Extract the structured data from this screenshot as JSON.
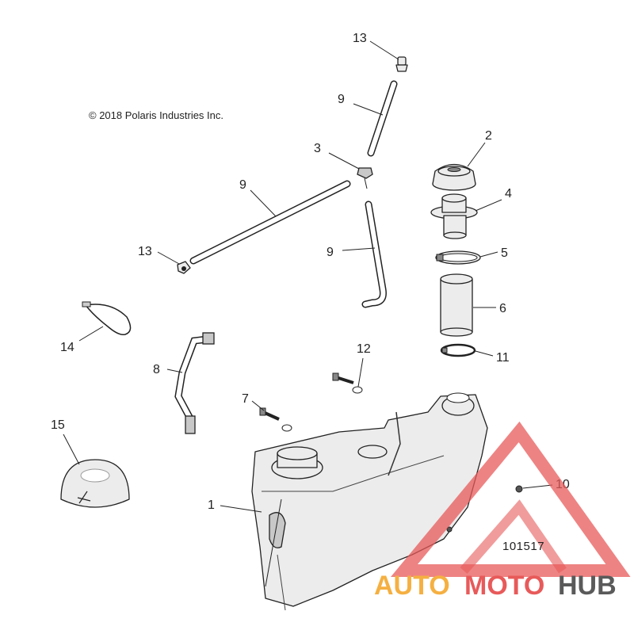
{
  "copyright": "© 2018 Polaris Industries Inc.",
  "diagram_id": "101517",
  "watermark": {
    "auto": "AUTO",
    "moto": "MOTO",
    "hub": "HUB",
    "color_orange": "#f5b041",
    "color_red": "#e85a5a",
    "color_gray": "#5a5a5a"
  },
  "callouts": {
    "c1": "1",
    "c2": "2",
    "c3": "3",
    "c4": "4",
    "c5": "5",
    "c6": "6",
    "c7": "7",
    "c8": "8",
    "c9a": "9",
    "c9b": "9",
    "c9c": "9",
    "c10": "10",
    "c11": "11",
    "c12": "12",
    "c13a": "13",
    "c13b": "13",
    "c14": "14",
    "c15": "15"
  }
}
